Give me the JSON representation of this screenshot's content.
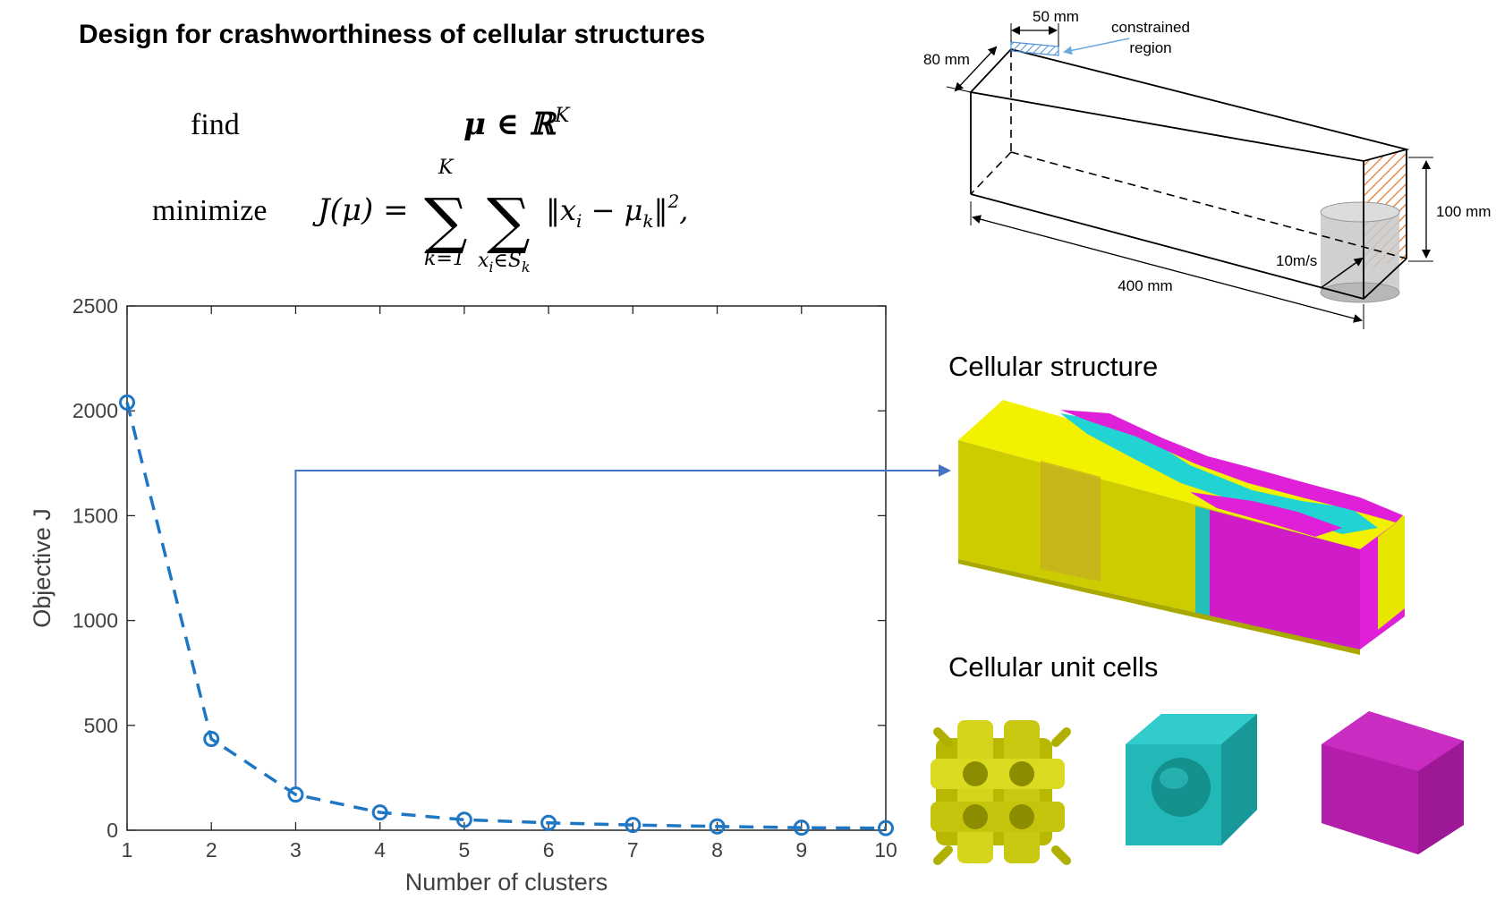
{
  "title": "Design for crashworthiness of cellular structures",
  "formula": {
    "find_word": "find",
    "find_expr": "μ ∈ ℝ",
    "find_sup": "K",
    "minimize_word": "minimize",
    "lhs": "J(μ) =",
    "sum1_top": "K",
    "sum1_bottom": "k=1",
    "sum2_bottom_x": "x",
    "sum2_bottom_i": "i",
    "sum2_bottom_in": "∈S",
    "sum2_bottom_k": "k",
    "norm_open": "‖x",
    "norm_i": "i",
    "norm_mid": " − μ",
    "norm_k": "k",
    "norm_close": "‖",
    "norm_sq": "2",
    "trail": ","
  },
  "chart_data": {
    "type": "line",
    "xlabel": "Number of clusters",
    "ylabel": "Objective J",
    "xlim": [
      1,
      10
    ],
    "ylim": [
      0,
      2500
    ],
    "xticks": [
      1,
      2,
      3,
      4,
      5,
      6,
      7,
      8,
      9,
      10
    ],
    "yticks": [
      0,
      500,
      1000,
      1500,
      2000,
      2500
    ],
    "grid": false,
    "series": [
      {
        "x": [
          1,
          2,
          3,
          4,
          5,
          6,
          7,
          8,
          9,
          10
        ],
        "values": [
          2040,
          435,
          170,
          85,
          50,
          35,
          25,
          18,
          12,
          10
        ],
        "color": "#1f77c4",
        "line_style": "dashed",
        "marker": "circle"
      }
    ],
    "highlight_x": 3,
    "arrow_color": "#4472c4"
  },
  "beam": {
    "dim_width": "50 mm",
    "dim_depth": "80 mm",
    "dim_height": "100 mm",
    "dim_length": "400 mm",
    "constraint_label_1": "constrained",
    "constraint_label_2": "region",
    "velocity": "10m/s"
  },
  "labels": {
    "cellular_structure": "Cellular structure",
    "cellular_unit_cells": "Cellular unit cells"
  },
  "colors": {
    "yellow": "#e8e800",
    "cyan": "#22d3d3",
    "magenta": "#e020d8",
    "orange_hatch": "#e07a30",
    "blue_hatch": "#4a90d9"
  }
}
